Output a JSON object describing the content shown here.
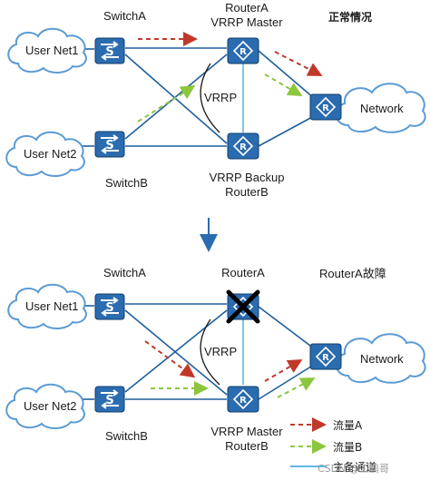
{
  "top": {
    "status_title": "正常情况",
    "switch_a": "SwitchA",
    "switch_b": "SwitchB",
    "router_a_name": "RouterA",
    "router_a_role": "VRRP Master",
    "router_b_role": "VRRP Backup",
    "router_b_name": "RouterB",
    "vrrp": "VRRP",
    "net1": "User Net1",
    "net2": "User Net2",
    "network": "Network"
  },
  "bottom": {
    "status_title": "RouterA故障",
    "switch_a": "SwitchA",
    "switch_b": "SwitchB",
    "router_a_name": "RouterA",
    "router_b_role": "VRRP Master",
    "router_b_name": "RouterB",
    "vrrp": "VRRP",
    "net1": "User Net1",
    "net2": "User Net2",
    "network": "Network"
  },
  "legend": {
    "flow_a": "流量A",
    "flow_b": "流量B",
    "heartbeat": "主备通道"
  },
  "watermark": "CSDN @工鹏哥",
  "colors": {
    "flow_a": "#c0392b",
    "flow_b": "#8cc63f",
    "device": "#2b6cb0",
    "link": "#1f5f9e",
    "heartbeat": "#5bb8e6",
    "cloud_outline": "#5a9bd5",
    "transition_arrow": "#2b6cb0",
    "fault_mark": "#000000"
  }
}
